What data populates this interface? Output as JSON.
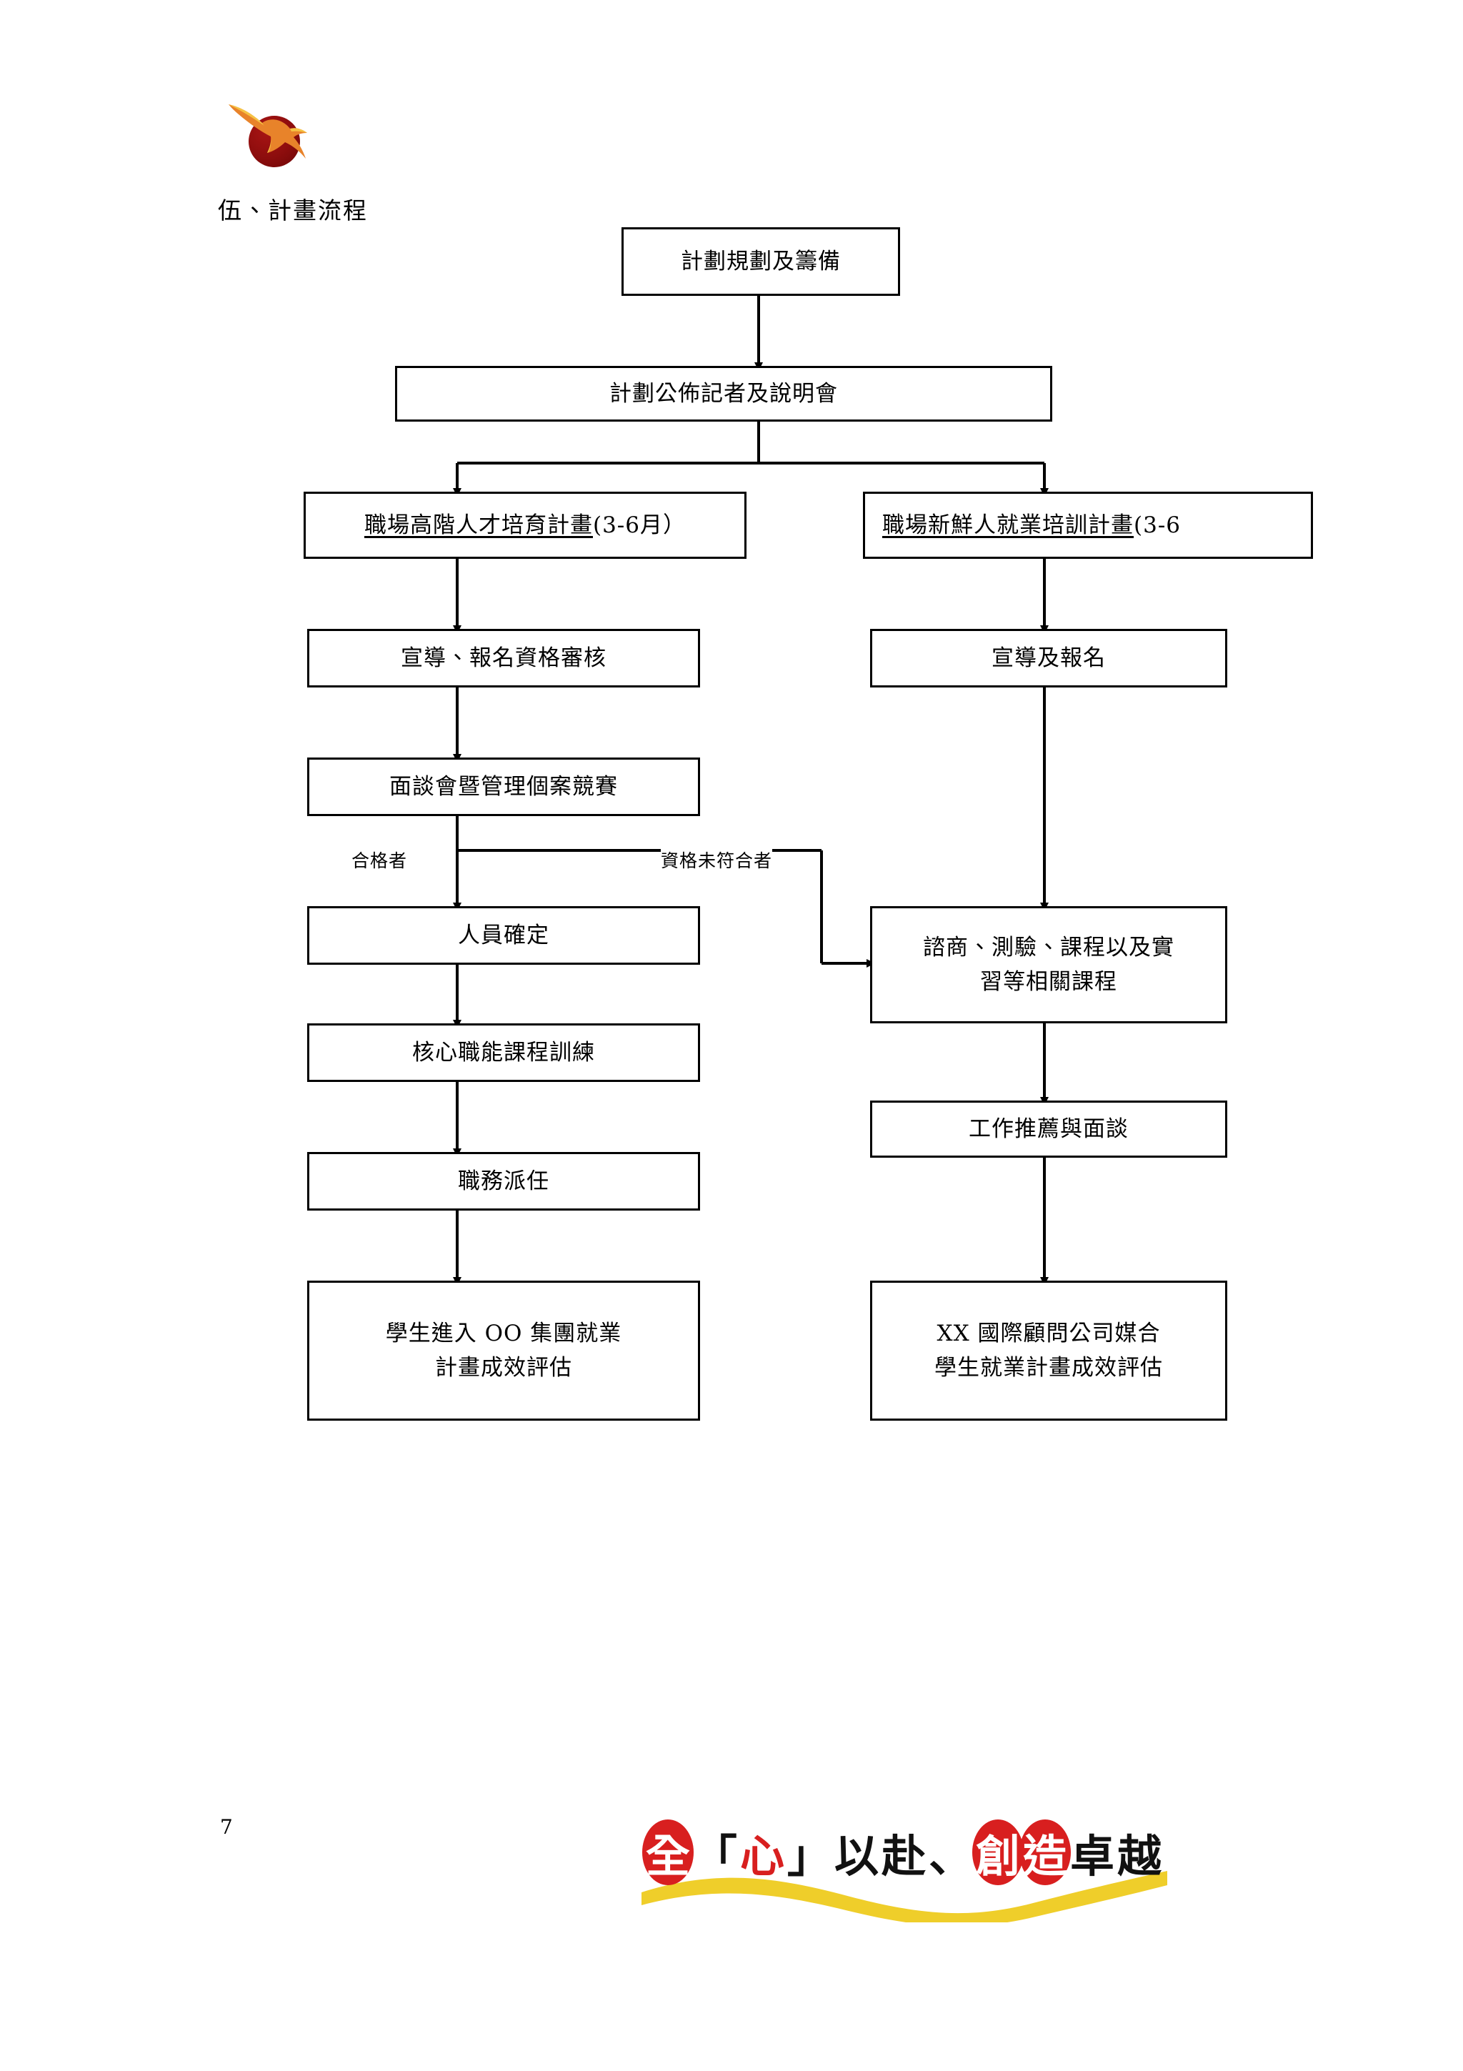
{
  "document": {
    "section_heading": "伍、計畫流程",
    "page_number": "7"
  },
  "logo": {
    "name": "eagle-in-red-circle-logo",
    "bird_color": "#E8832A",
    "bird_highlight": "#F5C344",
    "disc_color": "#8C0D0D"
  },
  "flowchart": {
    "nodes": {
      "planning": "計劃規劃及籌備",
      "press_conference": "計劃公佈記者及說明會",
      "left_branch_title_main": "職場高階人才培育計畫",
      "left_branch_title_suffix": "(3-6月）",
      "right_branch_title_main": "職場新鮮人就業培訓計畫",
      "right_branch_title_suffix": "(3-6",
      "left_promotion": "宣導、報名資格審核",
      "left_interview": "面談會暨管理個案競賽",
      "left_confirm": "人員確定",
      "left_core_training": "核心職能課程訓練",
      "left_assignment": "職務派任",
      "left_outcome_line1": "學生進入 OO 集團就業",
      "left_outcome_line2": "計畫成效評估",
      "right_promotion": "宣導及報名",
      "right_courses_line1": "諮商、測驗、課程以及實",
      "right_courses_line2": "習等相關課程",
      "right_job_referral": "工作推薦與面談",
      "right_outcome_line1": "XX 國際顧問公司媒合",
      "right_outcome_line2": "學生就業計畫成效評估"
    },
    "edge_labels": {
      "qualified": "合格者",
      "not_qualified": "資格未符合者"
    },
    "line_color": "#000000"
  },
  "slogan": {
    "full_text": "全「心」以赴、創造卓越",
    "chars": [
      {
        "ch": "全",
        "style": "highlight"
      },
      {
        "ch": "「",
        "style": "black"
      },
      {
        "ch": "心",
        "style": "red"
      },
      {
        "ch": "」",
        "style": "black"
      },
      {
        "ch": "以",
        "style": "black"
      },
      {
        "ch": "赴",
        "style": "black"
      },
      {
        "ch": "、",
        "style": "black"
      },
      {
        "ch": "創",
        "style": "highlight"
      },
      {
        "ch": "造",
        "style": "highlight"
      },
      {
        "ch": "卓",
        "style": "black"
      },
      {
        "ch": "越",
        "style": "black"
      }
    ],
    "accent_red": "#D81F1F",
    "accent_yellow": "#EFCE2A"
  }
}
